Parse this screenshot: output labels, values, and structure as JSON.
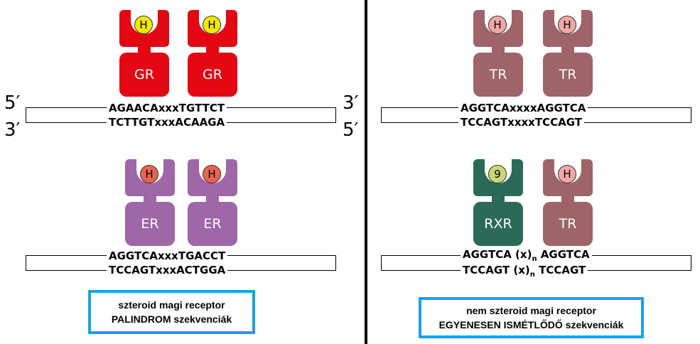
{
  "colors": {
    "gr": "#e30613",
    "er": "#9e67a8",
    "tr": "#9e6469",
    "rxr": "#2b6a59",
    "ligand_h_gr": "#f3e600",
    "ligand_h_er": "#e8644f",
    "ligand_h_tr": "#f3a6a6",
    "ligand_9": "#c9d870",
    "caption_border": "#1ba1e2"
  },
  "left_panel": {
    "ends": {
      "top_left": "5′",
      "bottom_left": "3′",
      "top_right": "3′",
      "bottom_right": "5′"
    },
    "gr_pair": {
      "receptors": [
        {
          "label": "GR",
          "ligand": "H"
        },
        {
          "label": "GR",
          "ligand": "H"
        }
      ],
      "seq_top": "AGAACAxxxTGTTCT",
      "seq_bottom": "TCTTGTxxxACAAGA"
    },
    "er_pair": {
      "receptors": [
        {
          "label": "ER",
          "ligand": "H"
        },
        {
          "label": "ER",
          "ligand": "H"
        }
      ],
      "seq_top": "AGGTCAxxxTGACCT",
      "seq_bottom": "TCCAGTxxxACTGGA"
    },
    "caption": {
      "line1": "szteroid magi receptor",
      "line2": "PALINDROM szekvenciák"
    }
  },
  "right_panel": {
    "tr_pair": {
      "receptors": [
        {
          "label": "TR",
          "ligand": "H"
        },
        {
          "label": "TR",
          "ligand": "H"
        }
      ],
      "seq_top": "AGGTCAxxxxAGGTCA",
      "seq_bottom": "TCCAGTxxxxTCCAGT"
    },
    "rxr_tr_pair": {
      "receptors": [
        {
          "label": "RXR",
          "ligand": "9"
        },
        {
          "label": "TR",
          "ligand": "H"
        }
      ],
      "seq_top_a": "AGGTCA (x)",
      "seq_top_sub": "n",
      "seq_top_b": " AGGTCA",
      "seq_bottom_a": "TCCAGT (x)",
      "seq_bottom_sub": "n",
      "seq_bottom_b": " TCCAGT"
    },
    "caption": {
      "line1": "nem szteroid magi receptor",
      "line2": "EGYENESEN ISMÉTLŐDŐ szekvenciák"
    }
  }
}
